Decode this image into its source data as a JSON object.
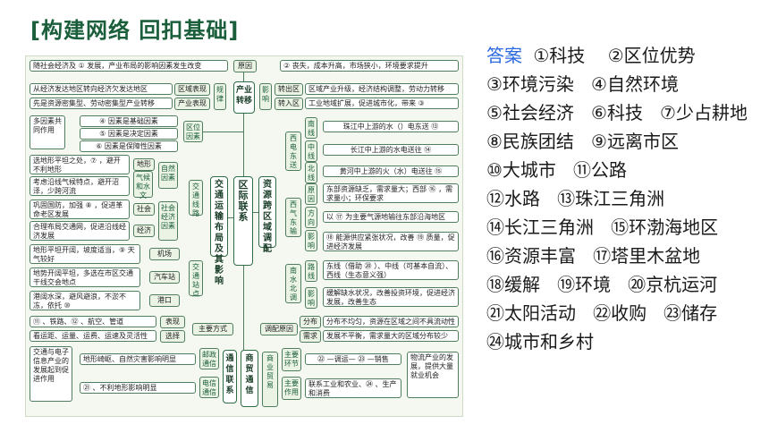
{
  "title": {
    "open": "[",
    "text": "构建网络 回扣基础",
    "close": "]"
  },
  "diagram": {
    "center_left": "交通运输布局及其影响",
    "center_mid": "区际联系",
    "center_right": "资源跨区域调配",
    "center_bottom_left": "通信联系",
    "center_bottom_mid": "商贸通信",
    "industry_transfer": {
      "row1": "随社会经济及 ① 发展，产业布局的影响因素发生改变",
      "row1_tag": "原因",
      "row1_right": "② 丧失，成本升高，市场狭小，环境要求提升",
      "row2": "从经济发达地区转向经济欠发达地区",
      "row2_tag": "区域表现",
      "row3": "先是资源密集型、劳动密集型产业转移",
      "row3_tag": "产业表现",
      "rule_tag": "规律",
      "main": "产业转移",
      "effect_tag": "影响",
      "out_tag": "转出区",
      "out_text": "区域产业升级，经济结构调整，劳动力转移",
      "in_tag": "转入区",
      "in_text": "工业地域扩展，促进城市化，带来 ③"
    },
    "location": {
      "tag": "区位因素",
      "r1": "④ 因素是基础因素",
      "r2": "⑤ 因素是决定因素",
      "r3": "⑥ 因素是保障性因素",
      "left": "多因素共同作用"
    },
    "transport_lines": {
      "a": "选地形平坦之处，⑦ ，避开不利地形",
      "b": "考虑沿线气候特点，避开沼泽，少跨河流",
      "c": "巩固国防，加强 ⑧ ，促进革命老区发展",
      "d": "合理布局交通网，促进沿线经济发展",
      "t_terrain": "地形",
      "t_climate": "气候和水文",
      "t_natural": "自然因素",
      "t_social": "社会",
      "t_econ": "经济",
      "t_socecon": "社会经济因素",
      "t_line": "交通线路"
    },
    "transport_stations": {
      "a": "地形平坦开阔，坡度适当，⑨ 天气较好",
      "a_tag": "机场",
      "b": "地势开阔平坦，多选在市区交通干线交会地点",
      "b_tag": "汽车站",
      "c": "港阔水深，避风避浪，不淤不冻，依托 ⑩",
      "c_tag": "港口",
      "tag": "交通站点"
    },
    "modes": {
      "r1": "⑪ 、铁路、⑫ 、航空、管道",
      "r1_tag": "表现",
      "r2": "看运距、运量、运费、运速及灵活性",
      "r2_tag": "选择",
      "main": "主要方式"
    },
    "communication": {
      "left": "交通与电子信息产业的发展起到促进作用",
      "r1": "地形崎岖、自然灾害影响明显",
      "r1_tag": "邮政通信",
      "r2": "㉑ 、不利地形影响明显",
      "r2_tag": "电信通信"
    },
    "resource_transfer": {
      "n1_tag": "南线",
      "n1": "珠江中上游的水（）电东送 ⑬",
      "n2_tag": "中线",
      "n2": "长江中上游的水电送往 ⑭",
      "n3_tag": "北线",
      "n3": "黄河中上游的火（水）电送往 ⑮",
      "grp1": "西电东送",
      "reason_tag": "原因",
      "reason": "东部资源缺乏，需求量大；西部 ⑯ ，需求量小；环保要求",
      "dir_tag": "方向",
      "dir": "以 ⑰ 为主要气源地输往东部沿海地区",
      "eff_tag": "影响",
      "eff": "⑱ 能源供应紧张状况，改善 ⑲ 质量，促进经济发展",
      "grp2": "西气东输",
      "route_tag": "路线",
      "route": "东线（借助 ⑳ ）、中线（可基本自流）、西线（生态意义强）",
      "eff2_tag": "影响",
      "eff2": "缓解缺水状况，改善投资环境，促进经济发展，改善生态",
      "grp3": "南水北调"
    },
    "cause": {
      "main": "调配原因",
      "dist_tag": "分布",
      "dist": "分布不均匀，资源在区域之间不具流动性",
      "demand_tag": "需求",
      "demand": "发展不平衡，需求量大的区域分布较少"
    },
    "commerce": {
      "link_tag": "主要环节",
      "link": "㉒ —调运— ㉓ —销售",
      "func_tag": "主要作用",
      "func": "联系工业和农业、㉔ 、生产和消费",
      "side": "物流产业的发展，提供大量就业机会",
      "main": "商业贸易"
    }
  },
  "answers": {
    "label": "答案",
    "items": [
      "①科技",
      "②区位优势",
      "③环境污染",
      "④自然环境",
      "⑤社会经济",
      "⑥科技",
      "⑦少占耕地",
      "⑧民族团结",
      "⑨远离市区",
      "⑩大城市",
      "⑪公路",
      "⑫水路",
      "⑬珠江三角洲",
      "⑭长江三角洲",
      "⑮环渤海地区",
      "⑯资源丰富",
      "⑰塔里木盆地",
      "⑱缓解",
      "⑲环境",
      "⑳京杭运河",
      "㉑太阳活动",
      "㉒收购",
      "㉓储存",
      "㉔城市和乡村"
    ]
  }
}
